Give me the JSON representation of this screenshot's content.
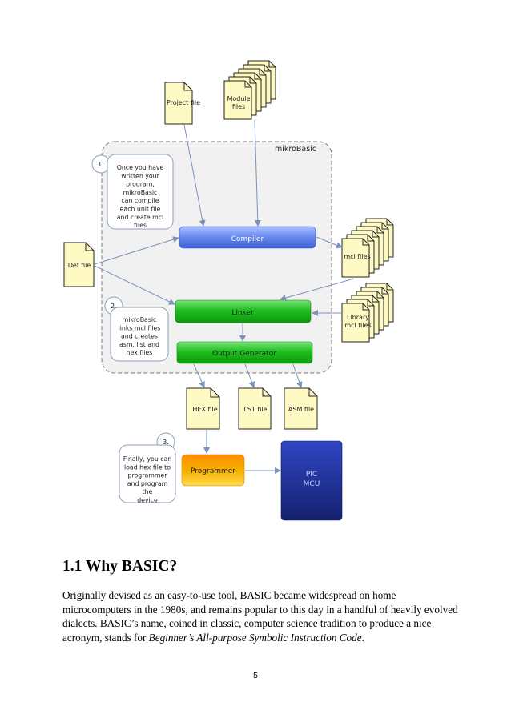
{
  "diagram": {
    "container_label": "mikroBasic",
    "project_file": "Project file",
    "module_files": [
      "Module",
      "files"
    ],
    "def_file": "Def file",
    "mcl_files": "mcl files",
    "library_mcl_files": [
      "Library",
      "mcl  files"
    ],
    "compiler": "Compiler",
    "linker": "Linker",
    "output_generator": "Output Generator",
    "hex_file": "HEX file",
    "lst_file": "LST file",
    "asm_file": "ASM file",
    "programmer": "Programmer",
    "pic_mcu": [
      "PIC",
      "MCU"
    ],
    "step1": {
      "number": "1.",
      "lines": [
        "Once you have",
        "written your",
        "program,",
        "mikroBasic",
        "can compile",
        "each unit file",
        "and create  mcl",
        "files"
      ]
    },
    "step2": {
      "number": "2.",
      "lines": [
        "mikroBasic",
        "links mcl files",
        "and creates",
        "asm, list and",
        "hex files"
      ]
    },
    "step3": {
      "number": "3.",
      "lines": [
        "Finally, you can",
        "load hex file to",
        "programmer",
        "and program",
        "the",
        "device"
      ]
    },
    "colors": {
      "compiler": "#6a8cf0",
      "linker": "#1fbf1f",
      "programmer": "#f5b000",
      "pic_mcu": "#1e2f9a",
      "document": "#fff9c4",
      "arrow": "#7b93b8"
    }
  },
  "section": {
    "heading": "1.1 Why BASIC?",
    "lines": [
      "Originally devised as an easy-to-use tool, BASIC became widespread on home",
      "microcomputers in the 1980s, and remains popular to this day in a handful of heavily evolved",
      "dialects. BASIC’s name, coined in classic, computer science tradition to produce a nice"
    ],
    "last_line_prefix": "acronym, stands for ",
    "last_line_italic": "Beginner’s All-purpose Symbolic Instruction Code",
    "last_line_suffix": "."
  },
  "page_number": "5"
}
